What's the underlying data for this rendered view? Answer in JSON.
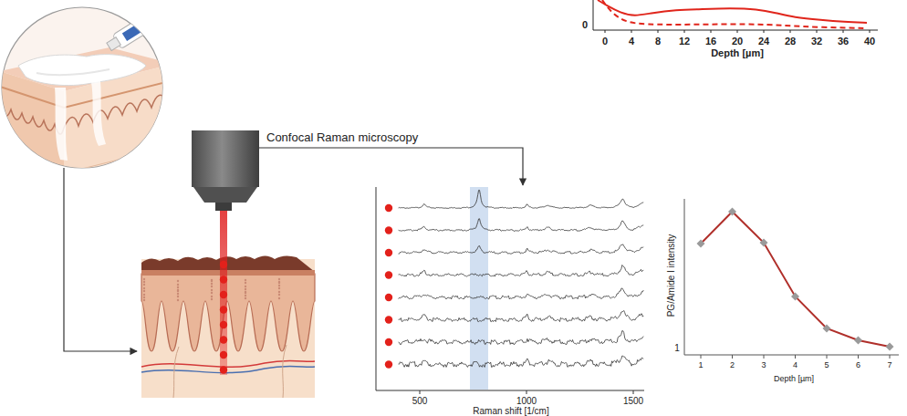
{
  "diagram": {
    "labels": [
      "Confocal Raman microscopy",
      "0",
      "0",
      "4",
      "8",
      "12",
      "16",
      "20",
      "24",
      "28",
      "32",
      "36",
      "40",
      "Depth [µm]",
      "500",
      "1000",
      "1500",
      "Raman shift [1/cm]",
      "PG/Amide I intensity",
      "1",
      "1",
      "2",
      "3",
      "4",
      "5",
      "6",
      "7",
      "Depth [µm]"
    ]
  }
}
